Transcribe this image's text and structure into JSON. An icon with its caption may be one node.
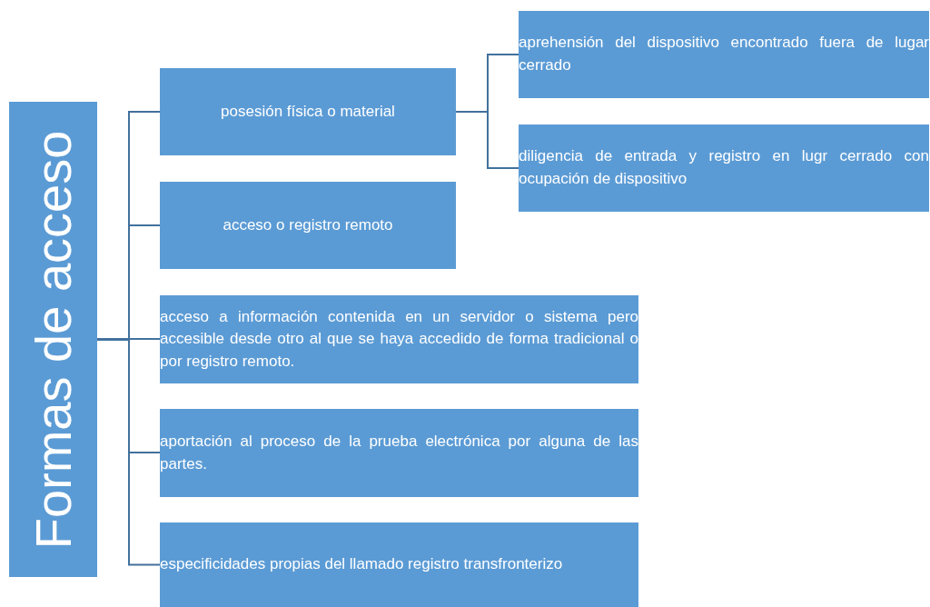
{
  "diagram": {
    "nodes": [
      {
        "text": [
          "Formas de acceso"
        ]
      },
      {
        "text": [
          "posesión física o material"
        ]
      },
      {
        "text": [
          "aprehensión del dispositivo encontrado fuera de lugar cerrado"
        ]
      },
      {
        "text": [
          "diligencia de entrada y registro en lugr cerrado con ocupación de dispositivo"
        ]
      },
      {
        "text": [
          "acceso o registro remoto"
        ]
      },
      {
        "text": [
          "acceso a información contenida en un servidor o sistema pero accesible desde otro al que se haya accedido de forma tradicional o por registro remoto."
        ]
      },
      {
        "text": [
          "aportación al proceso de la prueba electrónica por alguna de las partes."
        ]
      },
      {
        "text": [
          "especificidades propias del llamado registro transfronterizo"
        ]
      }
    ],
    "edges": [
      {
        "from": 0,
        "to": 1,
        "arrow": "none"
      },
      {
        "from": 0,
        "to": 4,
        "arrow": "none"
      },
      {
        "from": 0,
        "to": 5,
        "arrow": "none"
      },
      {
        "from": 0,
        "to": 6,
        "arrow": "none"
      },
      {
        "from": 0,
        "to": 7,
        "arrow": "none"
      },
      {
        "from": 1,
        "to": 2,
        "arrow": "none"
      },
      {
        "from": 1,
        "to": 3,
        "arrow": "none"
      }
    ]
  }
}
